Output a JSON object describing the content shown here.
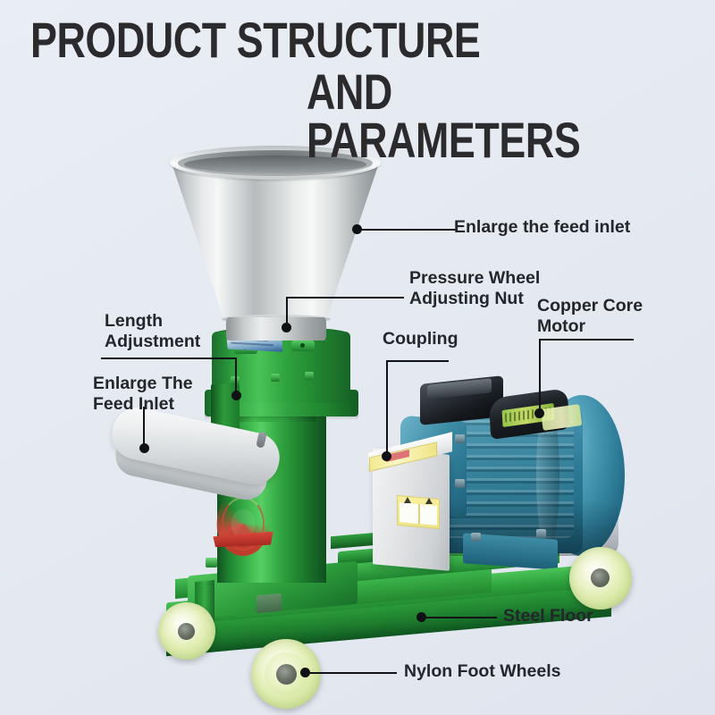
{
  "title": {
    "line1": "PRODUCT STRUCTURE",
    "line2": "AND PARAMETERS"
  },
  "colors": {
    "background": "#e6eaf2",
    "title_text": "#2b2b2d",
    "label_text": "#23262b",
    "leader_line": "#111318",
    "machine_green": "#2e9e3e",
    "motor_teal": "#2d7b96",
    "hopper_steel": "#c9cdce",
    "wheel_nylon": "#e2eeb4",
    "badge_red": "#c8342b",
    "control_box_gray": "#dfe2e5"
  },
  "callouts": [
    {
      "id": "enlarge-feed-inlet-top",
      "label": "Enlarge the feed inlet"
    },
    {
      "id": "pressure-wheel-adjusting-nut",
      "label": "Pressure Wheel\nAdjusting Nut"
    },
    {
      "id": "copper-core-motor",
      "label": "Copper Core\nMotor"
    },
    {
      "id": "coupling",
      "label": "Coupling"
    },
    {
      "id": "length-adjustment",
      "label": "Length\nAdjustment"
    },
    {
      "id": "enlarge-the-feed-inlet",
      "label": "Enlarge The\nFeed Inlet"
    },
    {
      "id": "steel-floor",
      "label": "Steel Floor"
    },
    {
      "id": "nylon-foot-wheels",
      "label": "Nylon Foot Wheels"
    }
  ],
  "machine": {
    "name": "pellet-mill-machine",
    "parts": {
      "hopper": "stainless-steel-feed-hopper",
      "head": "green-cast-iron-pellet-head",
      "chute": "discharge-chute",
      "body": "green-machine-body",
      "badge": "quality-certification-badge",
      "control_box": "electrical-control-box",
      "motor": "copper-core-electric-motor",
      "base": "steel-base-frame",
      "wheels": "nylon-foot-wheels"
    }
  }
}
